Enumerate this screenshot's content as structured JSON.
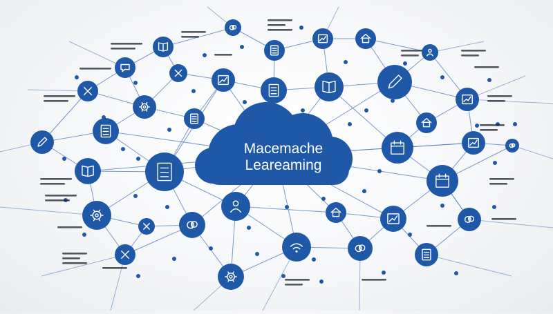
{
  "title_lines": [
    "Macemache",
    "Leareaming"
  ],
  "colors": {
    "node": "#2058a8",
    "edge": "#4b78b8",
    "icon": "#ffffff",
    "text": "#ffffff",
    "caption": "#2a2f3a"
  },
  "nodes": [
    {
      "id": "n1",
      "icon": "book-icon"
    },
    {
      "id": "n2",
      "icon": "brain-icon"
    },
    {
      "id": "n3",
      "icon": "document-icon"
    },
    {
      "id": "n4",
      "icon": "chart-icon"
    },
    {
      "id": "n5",
      "icon": "house-icon"
    },
    {
      "id": "n6",
      "icon": "person-icon"
    },
    {
      "id": "n7",
      "icon": "chat-icon"
    },
    {
      "id": "n8",
      "icon": "tools-icon"
    },
    {
      "id": "n9",
      "icon": "chart-icon"
    },
    {
      "id": "n10",
      "icon": "document-icon"
    },
    {
      "id": "n11",
      "icon": "book-icon"
    },
    {
      "id": "n12",
      "icon": "edit-icon"
    },
    {
      "id": "n13",
      "icon": "tools-icon"
    },
    {
      "id": "n14",
      "icon": "settings-icon"
    },
    {
      "id": "n15",
      "icon": "chart-icon"
    },
    {
      "id": "n16",
      "icon": "document-icon"
    },
    {
      "id": "n17",
      "icon": "house-icon"
    },
    {
      "id": "n18",
      "icon": "document-icon"
    },
    {
      "id": "n19",
      "icon": "edit-icon"
    },
    {
      "id": "n20",
      "icon": "calendar-icon"
    },
    {
      "id": "n21",
      "icon": "chart-icon"
    },
    {
      "id": "n22",
      "icon": "brain-icon"
    },
    {
      "id": "n23",
      "icon": "document-icon"
    },
    {
      "id": "n24",
      "icon": "book-icon"
    },
    {
      "id": "n25",
      "icon": "calendar-icon"
    },
    {
      "id": "n26",
      "icon": "gear-icon"
    },
    {
      "id": "n27",
      "icon": "person-icon"
    },
    {
      "id": "n28",
      "icon": "house-icon"
    },
    {
      "id": "n29",
      "icon": "chart-icon"
    },
    {
      "id": "n30",
      "icon": "brain-icon"
    },
    {
      "id": "n31",
      "icon": "tools-icon"
    },
    {
      "id": "n32",
      "icon": "brain-icon"
    },
    {
      "id": "n33",
      "icon": "wifi-icon"
    },
    {
      "id": "n34",
      "icon": "brain-icon"
    },
    {
      "id": "n35",
      "icon": "document-icon"
    },
    {
      "id": "n36",
      "icon": "tools-icon"
    },
    {
      "id": "n37",
      "icon": "settings-icon"
    }
  ]
}
